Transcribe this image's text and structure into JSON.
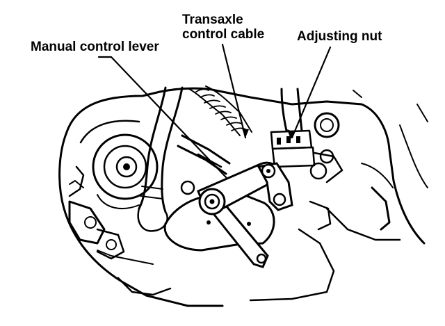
{
  "diagram": {
    "callouts": {
      "manual_control_lever": "Manual control lever",
      "transaxle_control_cable_line1": "Transaxle",
      "transaxle_control_cable_line2": "control cable",
      "adjusting_nut": "Adjusting nut"
    },
    "colors": {
      "ink": "#000000",
      "background": "#ffffff"
    }
  }
}
